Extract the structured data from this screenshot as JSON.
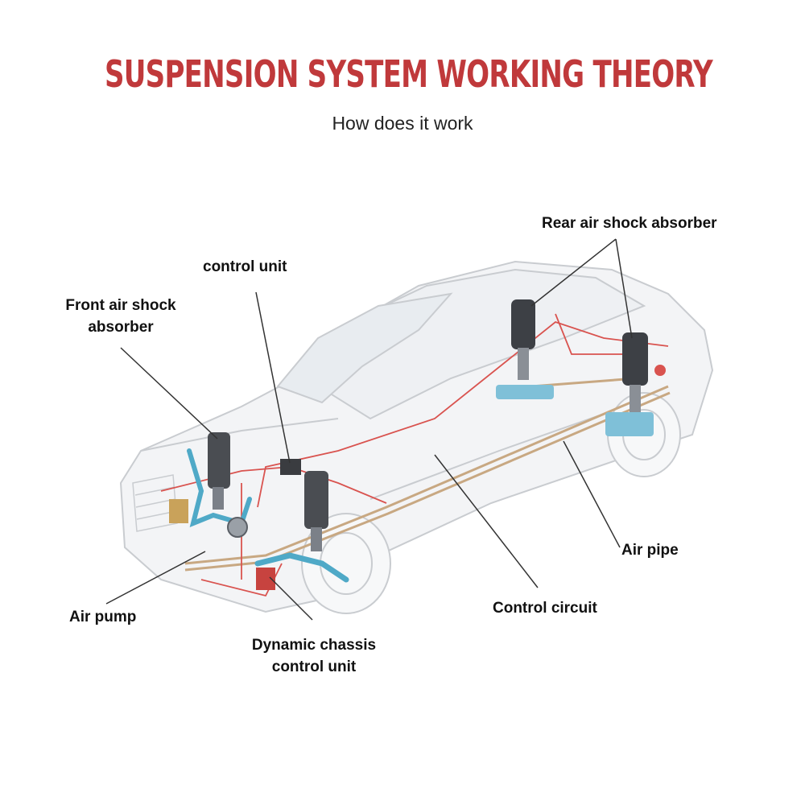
{
  "header": {
    "title": "SUSPENSION SYSTEM WORKING THEORY",
    "subtitle": "How does it work"
  },
  "labels": {
    "rear_air_shock": "Rear air shock absorber",
    "control_unit": "control unit",
    "front_air_shock_line1": "Front air shock",
    "front_air_shock_line2": "absorber",
    "air_pipe": "Air pipe",
    "control_circuit": "Control circuit",
    "air_pump": "Air pump",
    "dynamic_chassis_line1": "Dynamic chassis",
    "dynamic_chassis_line2": "control unit"
  },
  "colors": {
    "title": "#c0393b",
    "car_outline": "#c9ccd0",
    "car_fill": "#f3f4f6",
    "circuit": "#d9534f",
    "pipe": "#c8a882",
    "component": "#4fa9c7",
    "leader": "#333333"
  }
}
